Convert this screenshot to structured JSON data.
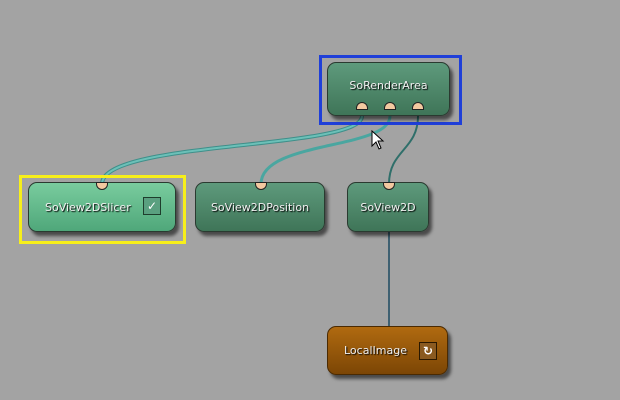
{
  "nodes": {
    "render_area": {
      "label": "SoRenderArea"
    },
    "slicer": {
      "label": "SoView2DSlicer",
      "checkbox": "✓"
    },
    "position": {
      "label": "SoView2DPosition"
    },
    "view2d": {
      "label": "SoView2D"
    },
    "local_image": {
      "label": "LocalImage",
      "refresh": "↻"
    }
  },
  "colors": {
    "selection_blue": "#1f3fd8",
    "selection_yellow": "#f7ef1a",
    "connection": "#4aa6a0"
  }
}
